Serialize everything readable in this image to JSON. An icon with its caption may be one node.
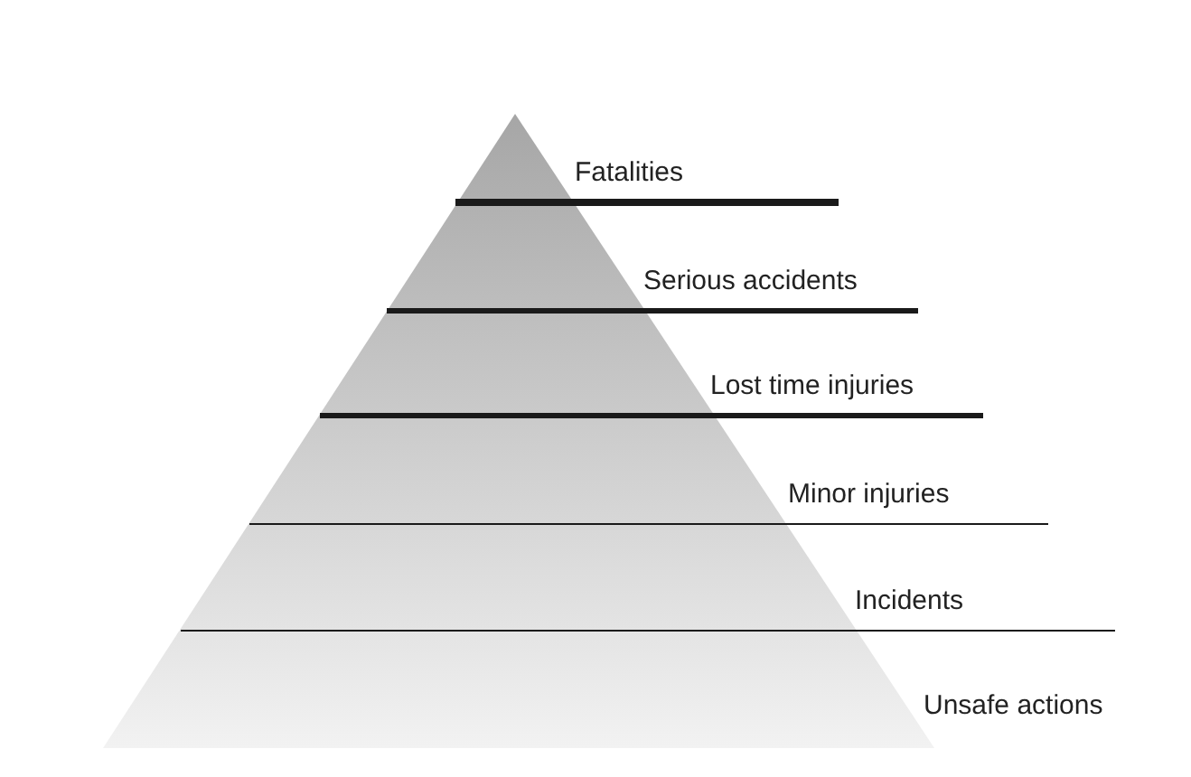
{
  "diagram": {
    "nodes": [
      {
        "text": [
          "Fatalities"
        ]
      },
      {
        "text": [
          "Serious accidents"
        ]
      },
      {
        "text": [
          "Lost time injuries"
        ]
      },
      {
        "text": [
          "Minor injuries"
        ]
      },
      {
        "text": [
          "Incidents"
        ]
      },
      {
        "text": [
          "Unsafe actions"
        ]
      }
    ],
    "edges": []
  }
}
